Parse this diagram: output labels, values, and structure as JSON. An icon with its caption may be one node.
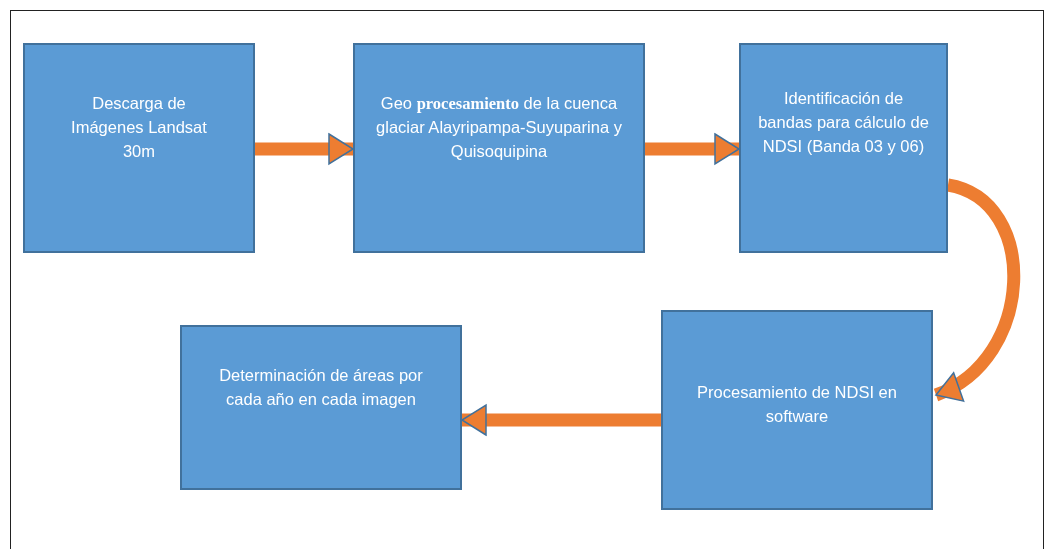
{
  "diagram": {
    "nodes": [
      {
        "text": [
          "Descarga de Imágenes Landsat 30m"
        ]
      },
      {
        "text": [
          "Geo **procesamiento** de la cuenca glaciar Alayripampa-Suyuparina y Quisoquipina"
        ]
      },
      {
        "text": [
          "Identificación de bandas para cálculo de NDSI (Banda 03 y 06)"
        ]
      },
      {
        "text": [
          "Procesamiento de NDSI en software"
        ]
      },
      {
        "text": [
          "Determinación de áreas por cada año en cada imagen"
        ]
      }
    ],
    "edges": [
      {
        "from": 0,
        "to": 1,
        "arrow": "to"
      },
      {
        "from": 1,
        "to": 2,
        "arrow": "to"
      },
      {
        "from": 2,
        "to": 3,
        "arrow": "to"
      },
      {
        "from": 3,
        "to": 4,
        "arrow": "to"
      }
    ]
  }
}
